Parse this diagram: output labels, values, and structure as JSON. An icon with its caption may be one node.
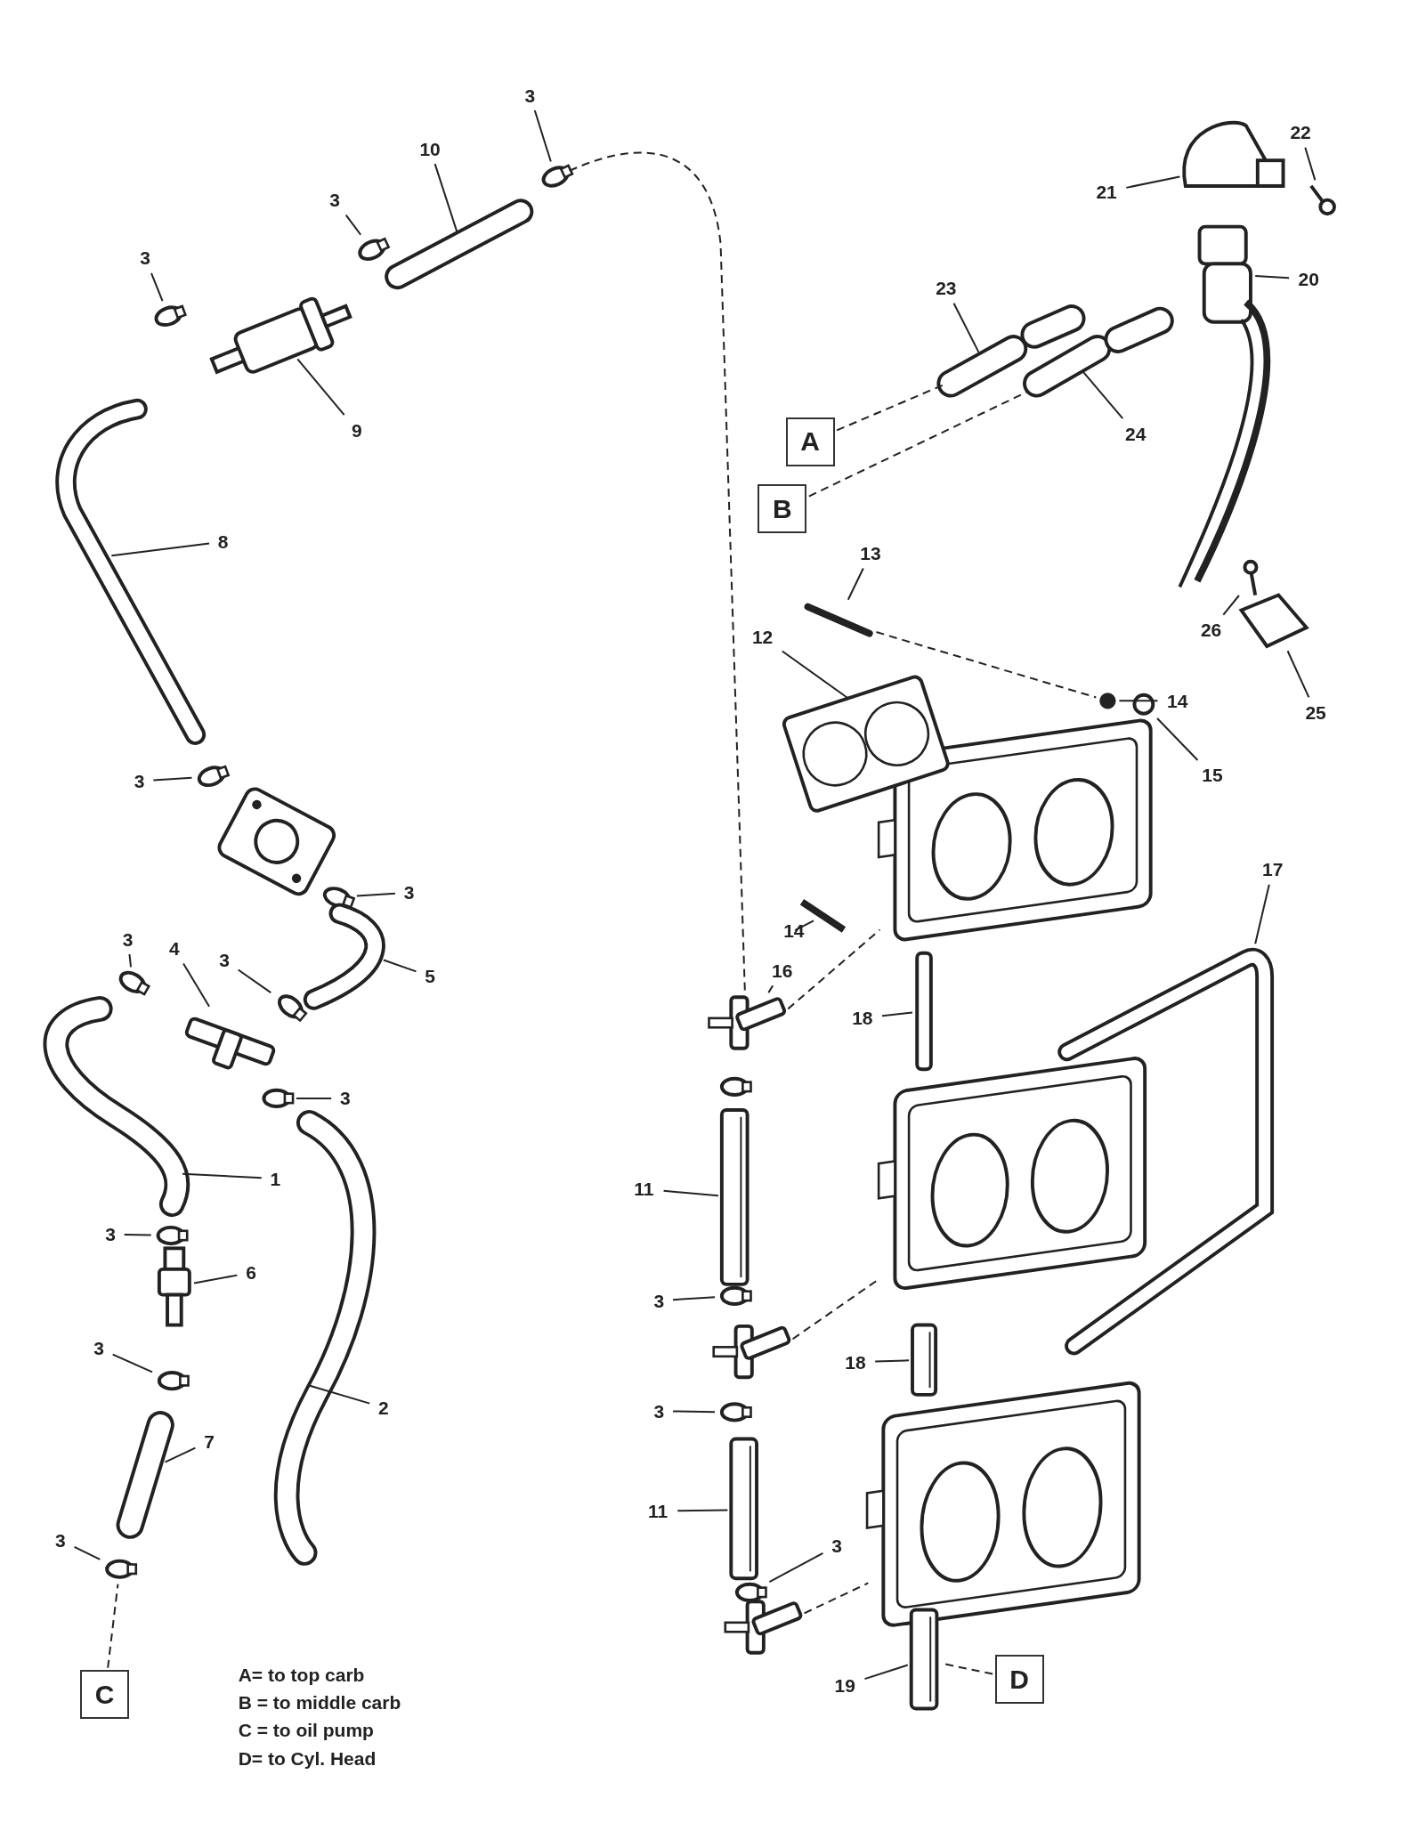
{
  "diagram": {
    "nodes": [
      {
        "text": [
          "3"
        ]
      },
      {
        "text": [
          "10"
        ]
      },
      {
        "text": [
          "3"
        ]
      },
      {
        "text": [
          "3"
        ]
      },
      {
        "text": [
          "9"
        ]
      },
      {
        "text": [
          "8"
        ]
      },
      {
        "text": [
          "3"
        ]
      },
      {
        "text": [
          "3"
        ]
      },
      {
        "text": [
          "3"
        ]
      },
      {
        "text": [
          "4"
        ]
      },
      {
        "text": [
          "3"
        ]
      },
      {
        "text": [
          "5"
        ]
      },
      {
        "text": [
          "3"
        ]
      },
      {
        "text": [
          "1"
        ]
      },
      {
        "text": [
          "3"
        ]
      },
      {
        "text": [
          "6"
        ]
      },
      {
        "text": [
          "3"
        ]
      },
      {
        "text": [
          "7"
        ]
      },
      {
        "text": [
          "2"
        ]
      },
      {
        "text": [
          "3"
        ]
      },
      {
        "text": [
          "13"
        ]
      },
      {
        "text": [
          "12"
        ]
      },
      {
        "text": [
          "14"
        ]
      },
      {
        "text": [
          "15"
        ]
      },
      {
        "text": [
          "22"
        ]
      },
      {
        "text": [
          "21"
        ]
      },
      {
        "text": [
          "20"
        ]
      },
      {
        "text": [
          "23"
        ]
      },
      {
        "text": [
          "24"
        ]
      },
      {
        "text": [
          "26"
        ]
      },
      {
        "text": [
          "25"
        ]
      },
      {
        "text": [
          "17"
        ]
      },
      {
        "text": [
          "14"
        ]
      },
      {
        "text": [
          "16"
        ]
      },
      {
        "text": [
          "18"
        ]
      },
      {
        "text": [
          "11"
        ]
      },
      {
        "text": [
          "3"
        ]
      },
      {
        "text": [
          "18"
        ]
      },
      {
        "text": [
          "3"
        ]
      },
      {
        "text": [
          "11"
        ]
      },
      {
        "text": [
          "3"
        ]
      },
      {
        "text": [
          "19"
        ]
      },
      {
        "text": [
          "A"
        ]
      },
      {
        "text": [
          "B"
        ]
      },
      {
        "text": [
          "C"
        ]
      },
      {
        "text": [
          "D"
        ]
      },
      {
        "text": [],
        "shape": "circle"
      },
      {
        "text": [],
        "shape": "picture"
      },
      {
        "text": [],
        "shape": "circle"
      },
      {
        "text": [],
        "shape": "circle"
      },
      {
        "text": [],
        "shape": "cylinder"
      },
      {
        "text": [],
        "shape": "picture"
      },
      {
        "text": [],
        "shape": "circle"
      },
      {
        "text": [],
        "shape": "picture"
      },
      {
        "text": [],
        "shape": "circle"
      },
      {
        "text": [],
        "shape": "picture"
      },
      {
        "text": [],
        "shape": "circle"
      },
      {
        "text": [],
        "shape": "picture"
      },
      {
        "text": [],
        "shape": "circle"
      },
      {
        "text": [],
        "shape": "circle"
      },
      {
        "text": [],
        "shape": "picture"
      },
      {
        "text": [],
        "shape": "circle"
      },
      {
        "text": [],
        "shape": "picture"
      },
      {
        "text": [],
        "shape": "circle"
      },
      {
        "text": [],
        "shape": "picture"
      },
      {
        "text": [],
        "shape": "picture"
      },
      {
        "text": [],
        "shape": "circle"
      },
      {
        "text": [],
        "shape": "picture"
      },
      {
        "text": [],
        "shape": "picture"
      },
      {
        "text": [],
        "shape": "circle"
      },
      {
        "text": [],
        "shape": "circle"
      },
      {
        "text": [],
        "shape": "picture"
      },
      {
        "text": [],
        "shape": "picture"
      },
      {
        "text": [],
        "shape": "cylinder"
      },
      {
        "text": [],
        "shape": "picture"
      },
      {
        "text": [],
        "shape": "picture"
      },
      {
        "text": [],
        "shape": "picture"
      },
      {
        "text": [],
        "shape": "picture"
      },
      {
        "text": [],
        "shape": "picture"
      },
      {
        "text": [],
        "shape": "picture"
      },
      {
        "text": [],
        "shape": "picture"
      },
      {
        "text": [],
        "shape": "bar"
      },
      {
        "text": [],
        "shape": "picture"
      },
      {
        "text": [],
        "shape": "circle"
      },
      {
        "text": [],
        "shape": "picture"
      },
      {
        "text": [],
        "shape": "circle"
      },
      {
        "text": [],
        "shape": "picture"
      },
      {
        "text": [],
        "shape": "circle"
      },
      {
        "text": [],
        "shape": "picture"
      },
      {
        "text": [],
        "shape": "picture"
      },
      {
        "text": [],
        "shape": "picture"
      },
      {
        "text": [],
        "shape": "picture"
      },
      {
        "text": [],
        "shape": "picture"
      },
      {
        "text": [],
        "shape": "picture"
      },
      {
        "text": [],
        "shape": "circle"
      }
    ],
    "edges": [
      {
        "from": 0,
        "to": 46,
        "arrow": "none"
      },
      {
        "from": 1,
        "to": 47,
        "arrow": "none"
      },
      {
        "from": 2,
        "to": 48,
        "arrow": "none"
      },
      {
        "from": 3,
        "to": 49,
        "arrow": "none"
      },
      {
        "from": 4,
        "to": 50,
        "arrow": "none"
      },
      {
        "from": 5,
        "to": 51,
        "arrow": "none"
      },
      {
        "from": 6,
        "to": 52,
        "arrow": "none"
      },
      {
        "from": 7,
        "to": 54,
        "arrow": "none"
      },
      {
        "from": 8,
        "to": 56,
        "arrow": "none"
      },
      {
        "from": 9,
        "to": 57,
        "arrow": "none"
      },
      {
        "from": 10,
        "to": 58,
        "arrow": "none"
      },
      {
        "from": 11,
        "to": 55,
        "arrow": "none"
      },
      {
        "from": 12,
        "to": 59,
        "arrow": "none"
      },
      {
        "from": 13,
        "to": 60,
        "arrow": "none"
      },
      {
        "from": 14,
        "to": 61,
        "arrow": "none"
      },
      {
        "from": 15,
        "to": 62,
        "arrow": "none"
      },
      {
        "from": 16,
        "to": 63,
        "arrow": "none"
      },
      {
        "from": 17,
        "to": 64,
        "arrow": "none"
      },
      {
        "from": 18,
        "to": 65,
        "arrow": "none"
      },
      {
        "from": 19,
        "to": 66,
        "arrow": "none"
      },
      {
        "from": 20,
        "to": 67,
        "arrow": "none"
      },
      {
        "from": 21,
        "to": 68,
        "arrow": "none"
      },
      {
        "from": 22,
        "to": 69,
        "arrow": "none"
      },
      {
        "from": 23,
        "to": 70,
        "arrow": "none"
      },
      {
        "from": 24,
        "to": 71,
        "arrow": "none"
      },
      {
        "from": 25,
        "to": 72,
        "arrow": "none"
      },
      {
        "from": 26,
        "to": 73,
        "arrow": "none"
      },
      {
        "from": 27,
        "to": 74,
        "arrow": "none"
      },
      {
        "from": 28,
        "to": 75,
        "arrow": "none"
      },
      {
        "from": 29,
        "to": 76,
        "arrow": "none"
      },
      {
        "from": 30,
        "to": 77,
        "arrow": "none"
      },
      {
        "from": 31,
        "to": 78,
        "arrow": "none"
      },
      {
        "from": 32,
        "to": 79,
        "arrow": "none"
      },
      {
        "from": 33,
        "to": 80,
        "arrow": "none"
      },
      {
        "from": 34,
        "to": 81,
        "arrow": "none"
      },
      {
        "from": 35,
        "to": 82,
        "arrow": "none"
      },
      {
        "from": 36,
        "to": 83,
        "arrow": "none"
      },
      {
        "from": 37,
        "to": 84,
        "arrow": "none"
      },
      {
        "from": 38,
        "to": 85,
        "arrow": "none"
      },
      {
        "from": 39,
        "to": 86,
        "arrow": "none"
      },
      {
        "from": 40,
        "to": 87,
        "arrow": "none"
      },
      {
        "from": 41,
        "to": 88,
        "arrow": "none"
      },
      {
        "from": 42,
        "to": 74,
        "arrow": "none",
        "style": "dashed"
      },
      {
        "from": 43,
        "to": 75,
        "arrow": "none",
        "style": "dashed"
      },
      {
        "from": 44,
        "to": 66,
        "arrow": "none",
        "style": "dashed"
      },
      {
        "from": 45,
        "to": 88,
        "arrow": "none",
        "style": "dashed"
      },
      {
        "from": 67,
        "to": 69,
        "arrow": "none",
        "style": "dashed"
      },
      {
        "from": 80,
        "to": 89,
        "arrow": "none",
        "style": "dashed"
      },
      {
        "from": 92,
        "to": 90,
        "arrow": "none",
        "style": "dashed"
      },
      {
        "from": 93,
        "to": 91,
        "arrow": "none",
        "style": "dashed"
      },
      {
        "from": 46,
        "to": 80,
        "arrow": "none",
        "style": "dashed"
      }
    ],
    "labels": [
      "A= to top carb",
      "B = to middle carb",
      "C = to oil pump",
      "D= to Cyl. Head"
    ]
  }
}
